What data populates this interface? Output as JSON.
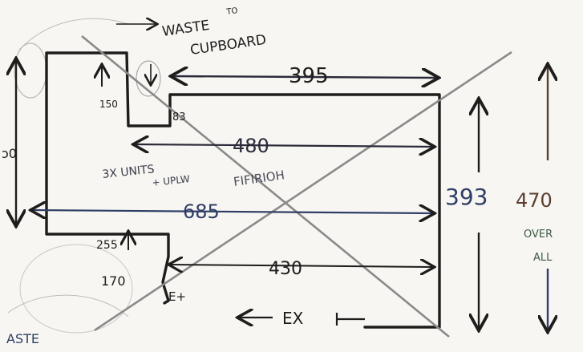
{
  "labels": {
    "waste_to": "WASTE",
    "to": "TO",
    "cupboard": "CUPBOARD",
    "dim_395": "395",
    "dim_150": "150",
    "dim_83": "83",
    "dim_480": "480",
    "units_note_1": "3X UNITS",
    "units_note_2": "+ UPLW",
    "units_note_3": "FIFIRIOH",
    "dim_left_partial": "ͻ0",
    "dim_685": "685",
    "dim_393": "393",
    "dim_470": "470",
    "over": "OVER",
    "all": "ALL",
    "dim_255": "255",
    "dim_430": "430",
    "dim_170": "170",
    "ex_small": "E+",
    "ex": "EX",
    "waste_bottom": "ASTE"
  },
  "colors": {
    "ink_black": "#1f1d1c",
    "ink_brown": "#5a3f2f",
    "ink_blue": "#2f3e66",
    "ink_green": "#3e5a45",
    "cross_grey": "#8a8a8a",
    "paper": "#f7f6f2"
  }
}
